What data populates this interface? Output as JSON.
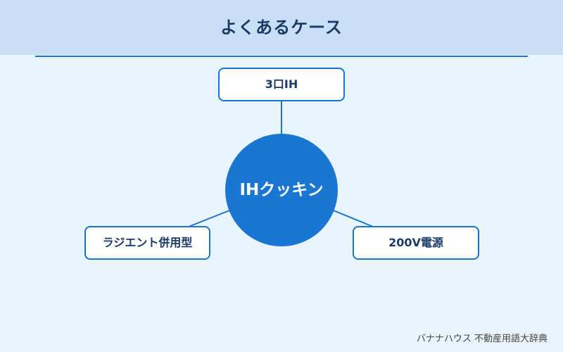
{
  "header": {
    "title": "よくあるケース"
  },
  "diagram": {
    "hub": "IHクッキン",
    "nodes": {
      "top": "3口IH",
      "left": "ラジエント併用型",
      "right": "200V電源"
    }
  },
  "footer": {
    "credit": "バナナハウス 不動産用語大辞典"
  },
  "colors": {
    "accent": "#1976d2",
    "header_bg": "#c8dff5",
    "page_bg": "#e8f4fe",
    "text": "#1b3a66"
  }
}
